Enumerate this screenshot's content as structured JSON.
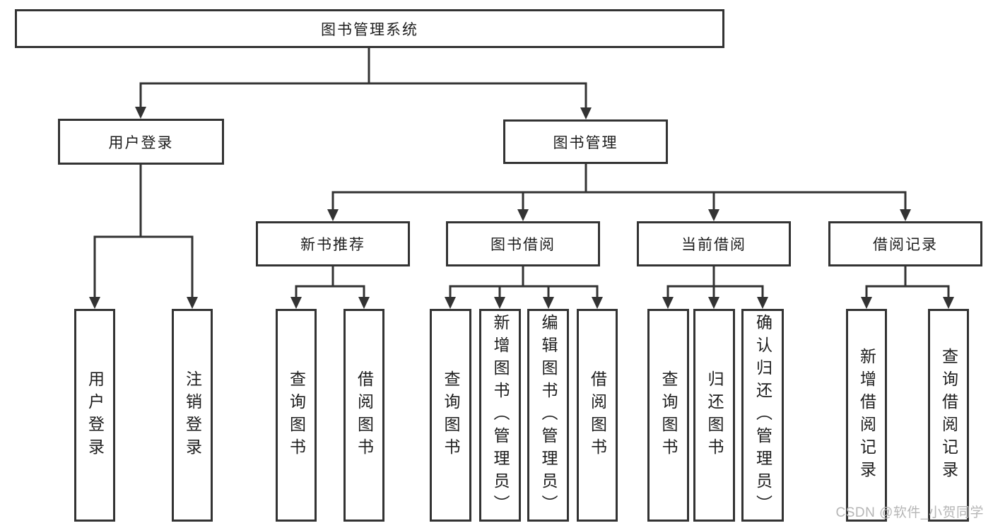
{
  "colors": {
    "line": "#333333",
    "border": "#333333",
    "text": "#1d1d1d",
    "background": "#ffffff",
    "watermark": "#b6b6b6"
  },
  "watermark": {
    "text": "CSDN @软件_小贺同学"
  },
  "tree": {
    "label": "图书管理系统",
    "children": [
      {
        "label": "用户登录",
        "children": [
          {
            "label": "用户登录"
          },
          {
            "label": "注销登录"
          }
        ]
      },
      {
        "label": "图书管理",
        "children": [
          {
            "label": "新书推荐",
            "children": [
              {
                "label": "查询图书"
              },
              {
                "label": "借阅图书"
              }
            ]
          },
          {
            "label": "图书借阅",
            "children": [
              {
                "label": "查询图书"
              },
              {
                "label": "新增图书（管理员）"
              },
              {
                "label": "编辑图书（管理员）"
              },
              {
                "label": "借阅图书"
              }
            ]
          },
          {
            "label": "当前借阅",
            "children": [
              {
                "label": "查询图书"
              },
              {
                "label": "归还图书"
              },
              {
                "label": "确认归还（管理员）"
              }
            ]
          },
          {
            "label": "借阅记录",
            "children": [
              {
                "label": "新增借阅记录"
              },
              {
                "label": "查询借阅记录"
              }
            ]
          }
        ]
      }
    ]
  }
}
